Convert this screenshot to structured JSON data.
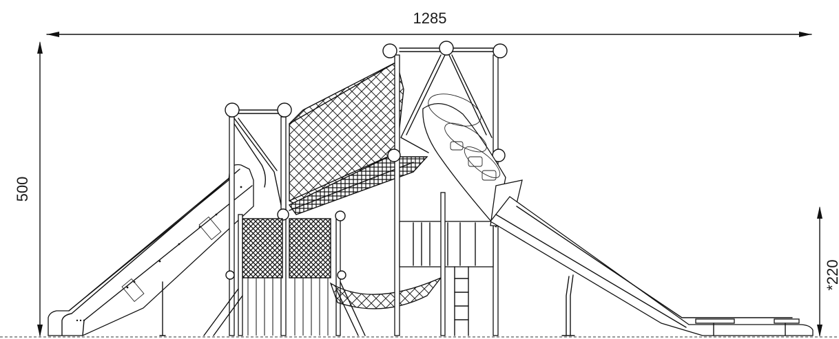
{
  "dimensions": {
    "width": "1285",
    "height": "500",
    "fall_height": "*220"
  }
}
